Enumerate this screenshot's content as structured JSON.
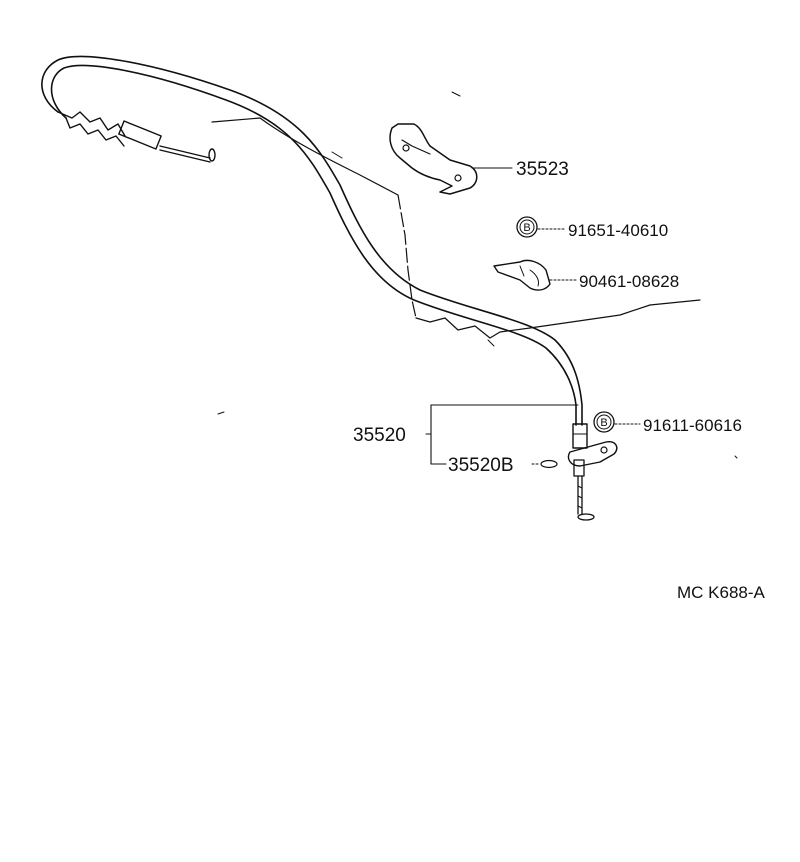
{
  "parts": {
    "p35523": "35523",
    "p91651": "91651-40610",
    "p90461": "90461-08628",
    "p35520": "35520",
    "p35520B": "35520B",
    "p91611": "91611-60616"
  },
  "badges": {
    "b1": "B",
    "b2": "B"
  },
  "catalog_code": "MC K688-A",
  "colors": {
    "ink": "#111111",
    "paper": "#ffffff"
  }
}
